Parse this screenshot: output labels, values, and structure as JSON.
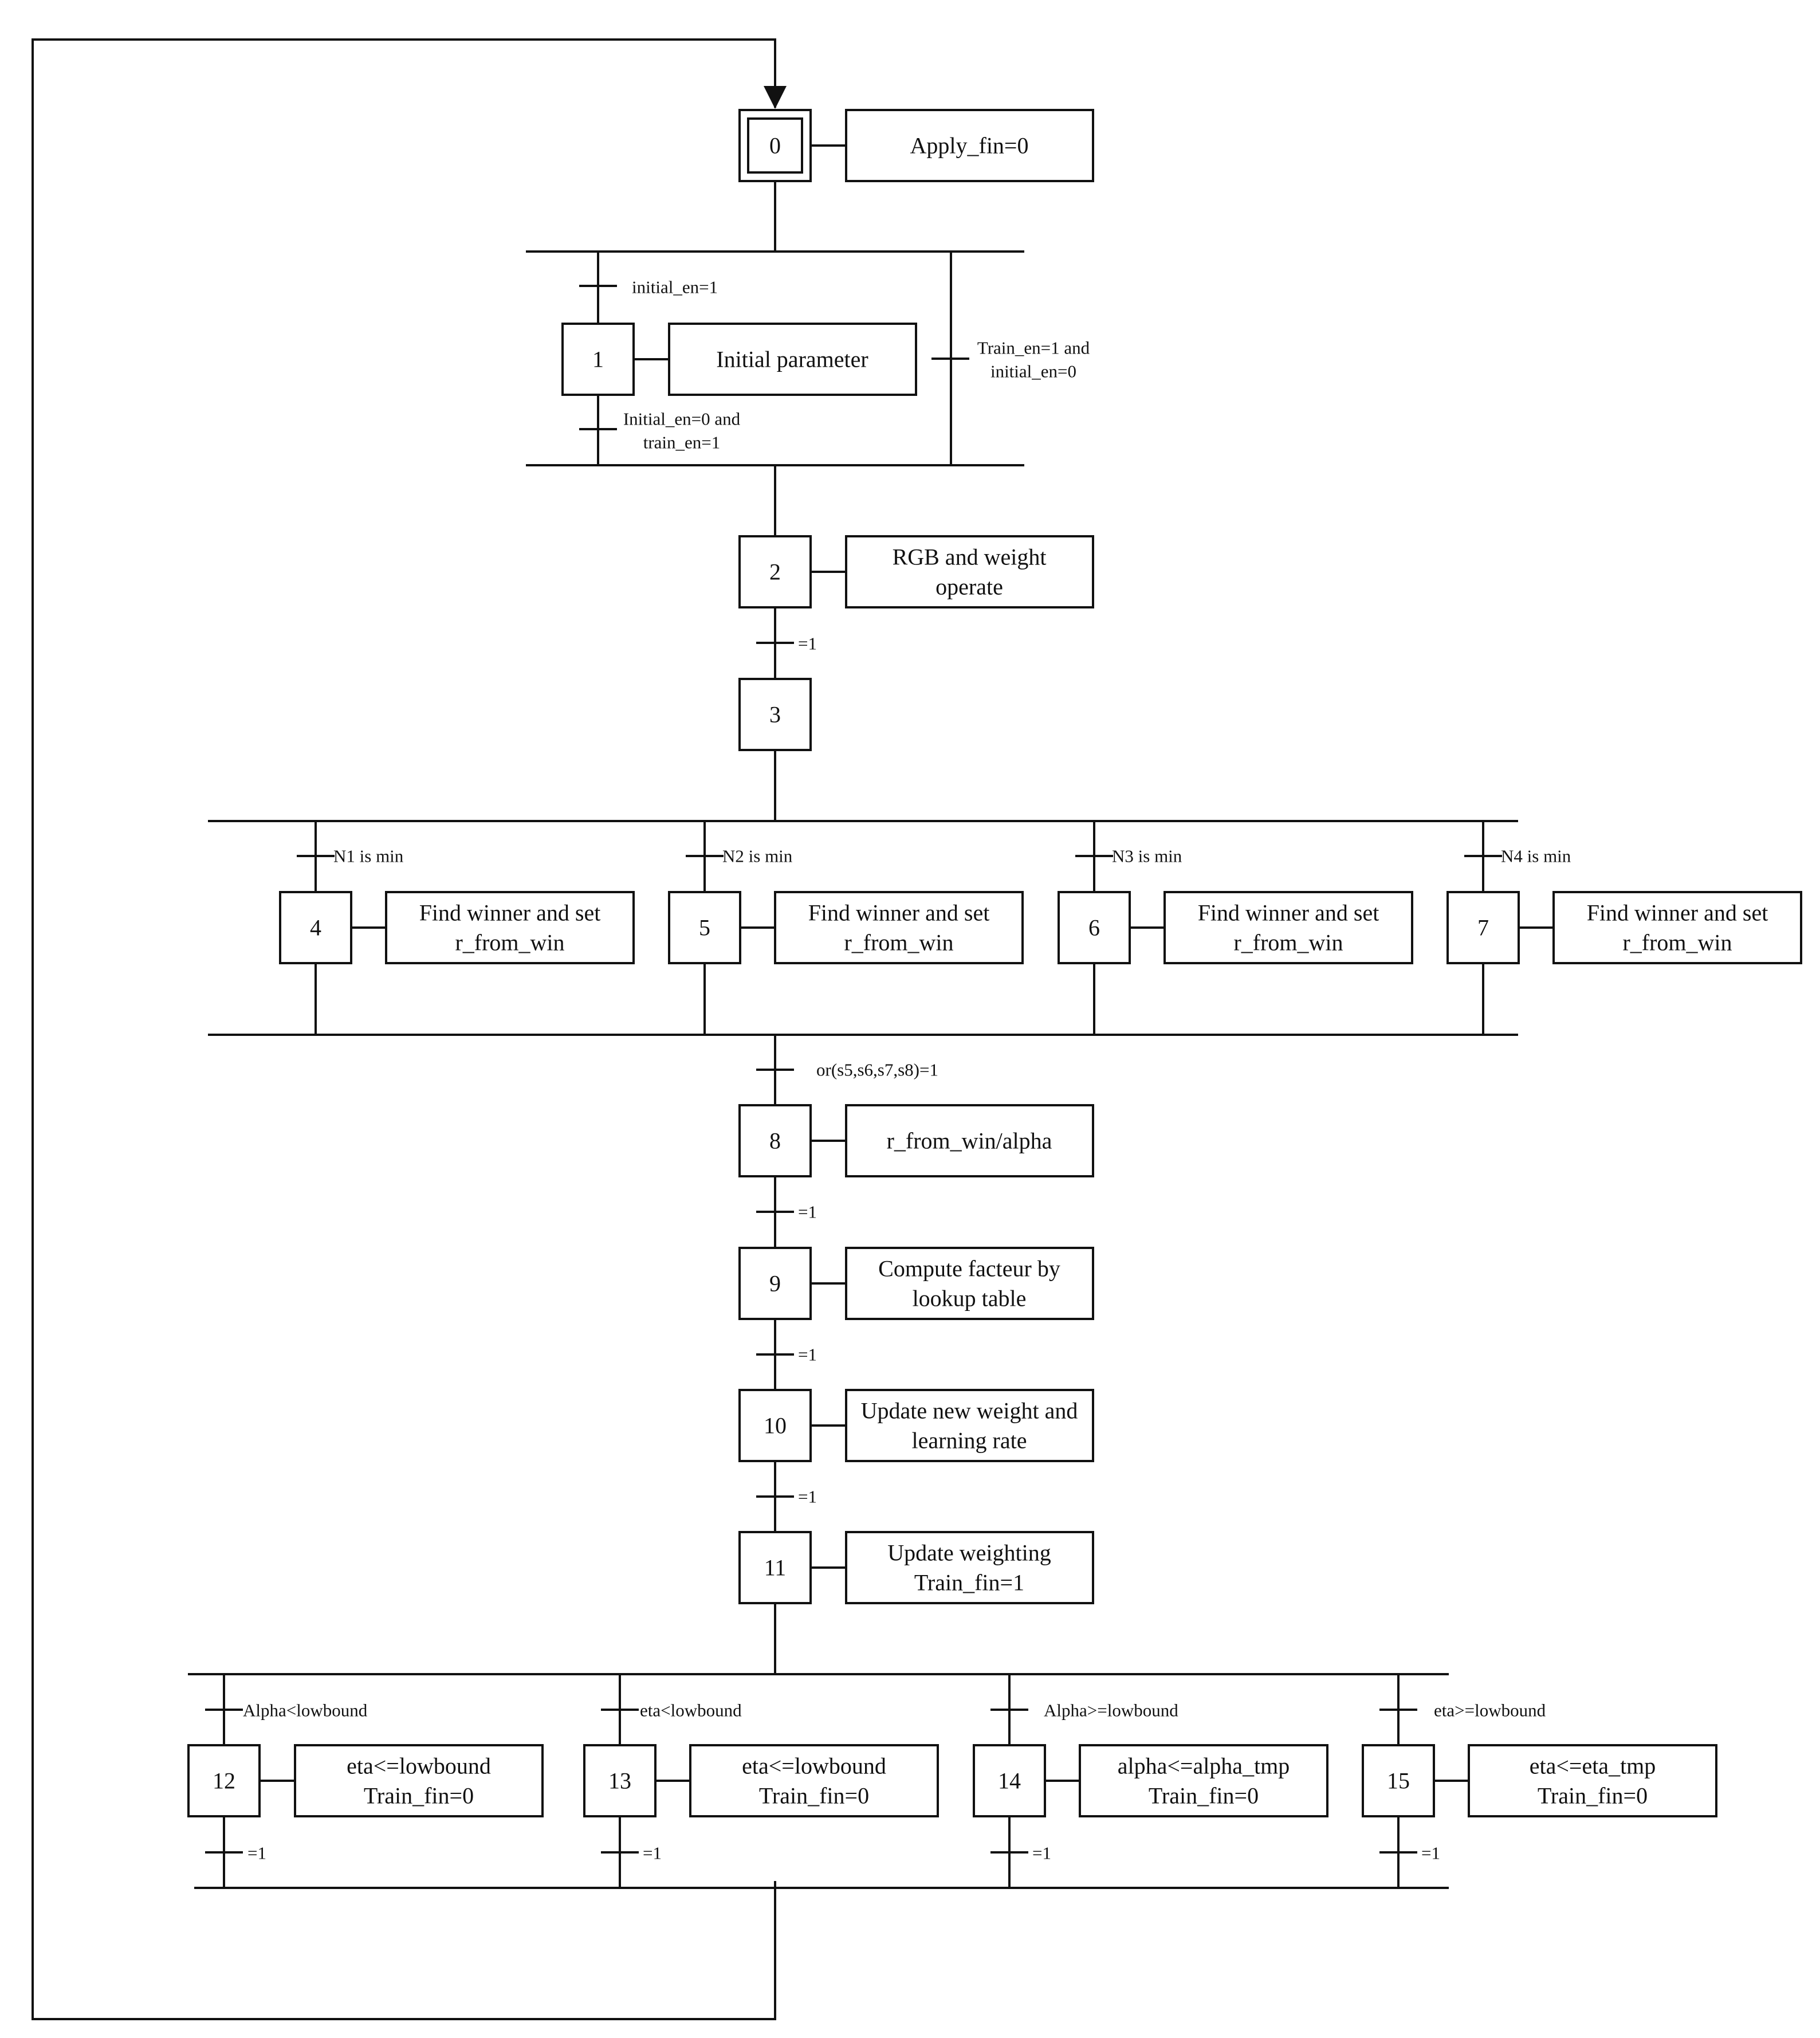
{
  "steps": [
    {
      "id": "0",
      "action": [
        "Apply_fin=0"
      ],
      "initial": true
    },
    {
      "id": "1",
      "action": [
        "Initial parameter"
      ]
    },
    {
      "id": "2",
      "action": [
        "RGB and weight",
        "operate"
      ]
    },
    {
      "id": "3",
      "action": []
    },
    {
      "id": "4",
      "action": [
        "Find winner and set",
        "r_from_win"
      ]
    },
    {
      "id": "5",
      "action": [
        "Find winner and set",
        "r_from_win"
      ]
    },
    {
      "id": "6",
      "action": [
        "Find winner and set",
        "r_from_win"
      ]
    },
    {
      "id": "7",
      "action": [
        "Find winner and set",
        "r_from_win"
      ]
    },
    {
      "id": "8",
      "action": [
        "r_from_win/alpha"
      ]
    },
    {
      "id": "9",
      "action": [
        "Compute facteur by",
        "lookup table"
      ]
    },
    {
      "id": "10",
      "action": [
        "Update new weight and",
        "learning rate"
      ]
    },
    {
      "id": "11",
      "action": [
        "Update weighting",
        "Train_fin=1"
      ]
    },
    {
      "id": "12",
      "action": [
        "eta<=lowbound",
        "Train_fin=0"
      ]
    },
    {
      "id": "13",
      "action": [
        "eta<=lowbound",
        "Train_fin=0"
      ]
    },
    {
      "id": "14",
      "action": [
        "alpha<=alpha_tmp",
        "Train_fin=0"
      ]
    },
    {
      "id": "15",
      "action": [
        "eta<=eta_tmp",
        "Train_fin=0"
      ]
    }
  ],
  "transitions": {
    "t_initial_en": [
      "initial_en=1"
    ],
    "t_init_done": [
      "Initial_en=0 and",
      "train_en=1"
    ],
    "t_train_en": [
      "Train_en=1 and",
      "initial_en=0"
    ],
    "t_2_3": [
      "=1"
    ],
    "t_n1": [
      "N1 is min"
    ],
    "t_n2": [
      "N2 is min"
    ],
    "t_n3": [
      "N3 is min"
    ],
    "t_n4": [
      "N4 is min"
    ],
    "t_or": [
      "or(s5,s6,s7,s8)=1"
    ],
    "t_8_9": [
      "=1"
    ],
    "t_9_10": [
      "=1"
    ],
    "t_10_11": [
      "=1"
    ],
    "t_alpha_low": [
      "Alpha<lowbound"
    ],
    "t_eta_low": [
      "eta<lowbound"
    ],
    "t_alpha_ge": [
      "Alpha>=lowbound"
    ],
    "t_eta_ge": [
      "eta>=lowbound"
    ],
    "t_12_out": [
      "=1"
    ],
    "t_13_out": [
      "=1"
    ],
    "t_14_out": [
      "=1"
    ],
    "t_15_out": [
      "=1"
    ]
  }
}
